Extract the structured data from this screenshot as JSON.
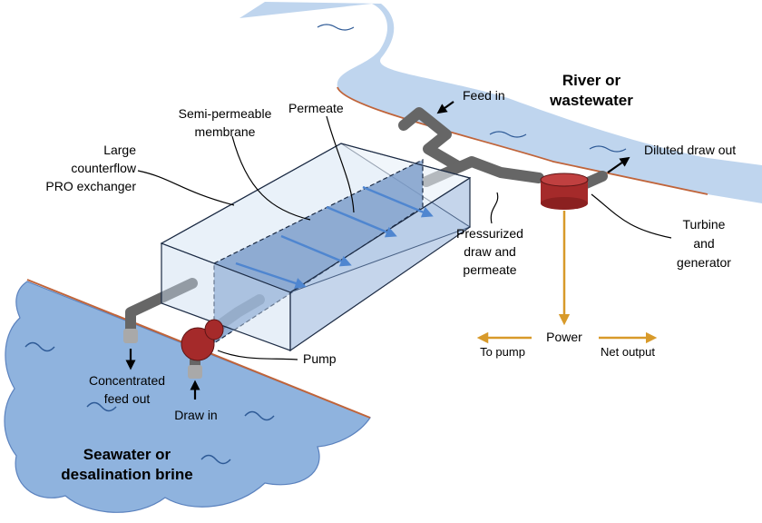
{
  "colors": {
    "water_fill": "#8FB3DE",
    "water_stroke": "#5B82BE",
    "river_fill": "#BFD5EE",
    "river_bank": "#C0643A",
    "pipe": "#666666",
    "pipe_end": "#A9A9A9",
    "pump_turbine": "#A52A2A",
    "power_arrow": "#D89A2A",
    "box_fill": "#DCE8F5",
    "membrane_fill": "#6F93C4",
    "flow_arrow": "#4F86D0"
  },
  "labels": {
    "exchanger": [
      "Large",
      "counterflow",
      "PRO exchanger"
    ],
    "membrane": [
      "Semi-permeable",
      "membrane"
    ],
    "permeate": "Permeate",
    "feed_in": "Feed in",
    "river": [
      "River or",
      "wastewater"
    ],
    "diluted_out": "Diluted draw out",
    "pressurized": [
      "Pressurized",
      "draw and",
      "permeate"
    ],
    "turbine": [
      "Turbine",
      "and",
      "generator"
    ],
    "power": "Power",
    "to_pump": "To pump",
    "net_output": "Net output",
    "pump": "Pump",
    "concentrated": [
      "Concentrated",
      "feed out"
    ],
    "draw_in": "Draw in",
    "seawater": [
      "Seawater or",
      "desalination brine"
    ]
  }
}
